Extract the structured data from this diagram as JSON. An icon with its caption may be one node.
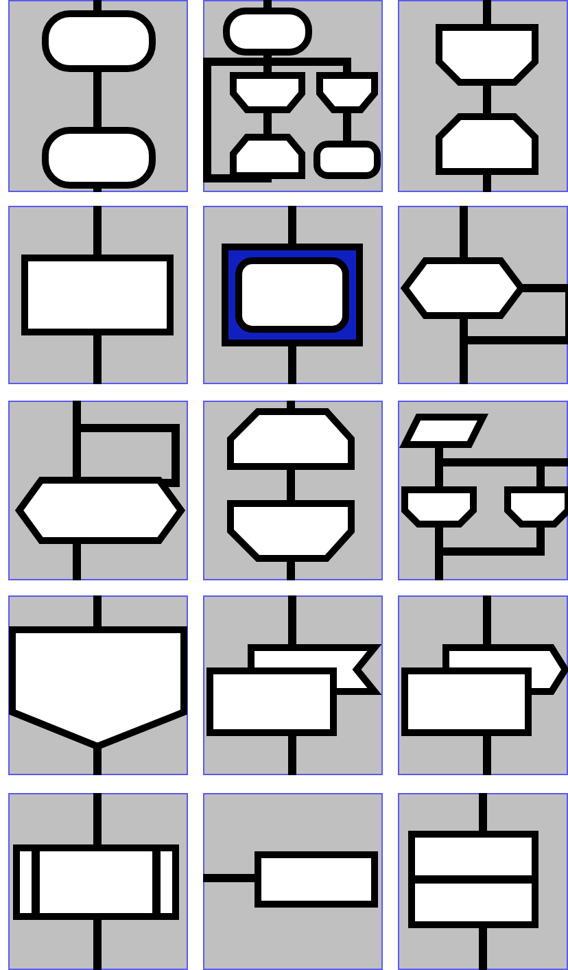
{
  "diagram": {
    "nodes": [
      {
        "text": [],
        "shape": "picture"
      },
      {
        "text": [],
        "shape": "picture"
      },
      {
        "text": [],
        "shape": "picture"
      },
      {
        "text": [],
        "shape": "picture"
      },
      {
        "text": [],
        "shape": "picture"
      },
      {
        "text": [],
        "shape": "picture"
      },
      {
        "text": [],
        "shape": "picture"
      },
      {
        "text": [],
        "shape": "picture"
      },
      {
        "text": [],
        "shape": "picture"
      },
      {
        "text": [],
        "shape": "picture"
      },
      {
        "text": [],
        "shape": "picture"
      },
      {
        "text": [],
        "shape": "picture"
      },
      {
        "text": [],
        "shape": "picture"
      },
      {
        "text": [],
        "shape": "picture"
      },
      {
        "text": [],
        "shape": "picture"
      }
    ]
  }
}
